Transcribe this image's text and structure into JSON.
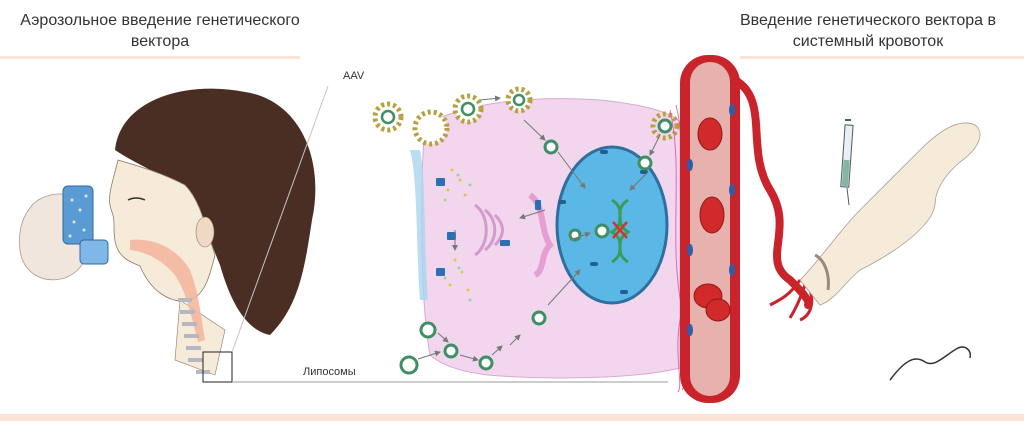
{
  "titles": {
    "left": "Аэрозольное введение генетического вектора",
    "right": "Введение генетического вектора в системный кровоток"
  },
  "labels": {
    "aav": "AAV",
    "liposomes": "Липосомы"
  },
  "signature": "A. Emelin",
  "colors": {
    "background_frame": "#fdf1ec",
    "hair": "#4a2e24",
    "skin": "#f6ead9",
    "inhaler": "#5a9bd4",
    "cell": "#f2d6ee",
    "nucleus": "#5bb8e6",
    "blood_vessel": "#c9242b",
    "vessel_inner": "#e7b1ad",
    "aav_capsid": "#b8a040",
    "vector_ring": "#3f8f64"
  }
}
